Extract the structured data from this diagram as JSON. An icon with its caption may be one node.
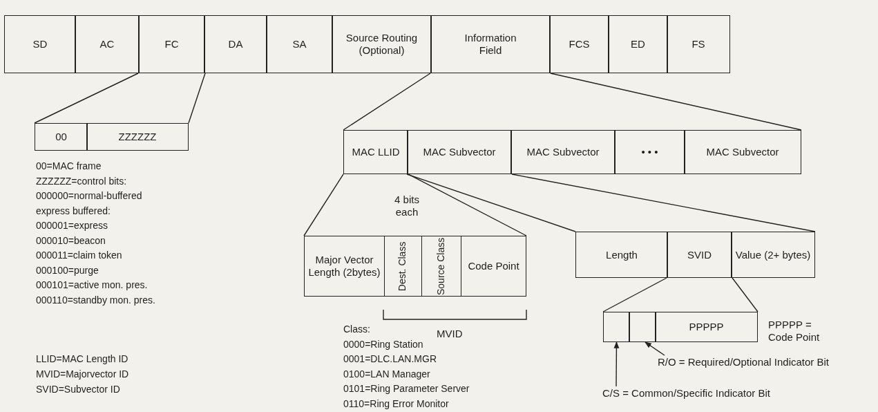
{
  "diagram": {
    "nodes": [
      {
        "text": [
          "SD"
        ]
      },
      {
        "text": [
          "AC"
        ]
      },
      {
        "text": [
          "FC"
        ]
      },
      {
        "text": [
          "DA"
        ]
      },
      {
        "text": [
          "SA"
        ]
      },
      {
        "text": [
          "Source Routing (Optional)"
        ]
      },
      {
        "text": [
          "Information Field"
        ]
      },
      {
        "text": [
          "FCS"
        ]
      },
      {
        "text": [
          "ED"
        ]
      },
      {
        "text": [
          "FS"
        ]
      },
      {
        "text": [
          "00"
        ]
      },
      {
        "text": [
          "ZZZZZZ"
        ]
      },
      {
        "text": [
          "MAC LLID"
        ]
      },
      {
        "text": [
          "MAC Subvector"
        ]
      },
      {
        "text": [
          "MAC Subvector"
        ]
      },
      {
        "text": [
          "• • •"
        ]
      },
      {
        "text": [
          "MAC Subvector"
        ]
      },
      {
        "text": [
          "Major Vector Length (2bytes)"
        ]
      },
      {
        "text": [
          "Dest. Class"
        ]
      },
      {
        "text": [
          "Source Class"
        ]
      },
      {
        "text": [
          "Code Point"
        ]
      },
      {
        "text": [
          "Length"
        ]
      },
      {
        "text": [
          "SVID"
        ]
      },
      {
        "text": [
          "Value (2+ bytes)"
        ]
      },
      {
        "text": [],
        "shape": "box"
      },
      {
        "text": [],
        "shape": "box"
      },
      {
        "text": [
          "PPPPP"
        ]
      },
      {
        "text": [
          "R/O = Required/Optional Indicator Bit"
        ]
      },
      {
        "text": [
          "C/S = Common/Specific Indicator Bit"
        ]
      }
    ],
    "edges": [
      {
        "from": 2,
        "to": 10,
        "arrow": "none"
      },
      {
        "from": 2,
        "to": 11,
        "arrow": "none"
      },
      {
        "from": 6,
        "to": 12,
        "arrow": "none"
      },
      {
        "from": 6,
        "to": 16,
        "arrow": "none"
      },
      {
        "from": 12,
        "to": 17,
        "arrow": "none"
      },
      {
        "from": 12,
        "to": 20,
        "arrow": "none"
      },
      {
        "from": 13,
        "to": 21,
        "arrow": "none"
      },
      {
        "from": 13,
        "to": 23,
        "arrow": "none"
      },
      {
        "from": 22,
        "to": 24,
        "arrow": "none"
      },
      {
        "from": 22,
        "to": 26,
        "arrow": "none"
      },
      {
        "from": 27,
        "to": 25,
        "arrow": "to"
      },
      {
        "from": 28,
        "to": 24,
        "arrow": "to"
      }
    ],
    "labels": [
      "00=MAC frame",
      "ZZZZZZ=control bits:",
      "000000=normal-buffered",
      "express buffered:",
      "000001=express",
      "000010=beacon",
      "000011=claim token",
      "000100=purge",
      "000101=active mon. pres.",
      "000110=standby mon. pres.",
      "4 bits each",
      "MVID",
      "Class:",
      "0000=Ring Station",
      "0001=DLC.LAN.MGR",
      "0100=LAN Manager",
      "0101=Ring Parameter Server",
      "0110=Ring Error Monitor",
      "PPPPP = Code Point",
      "LLID=MAC Length ID",
      "MVID=Majorvector ID",
      "SVID=Subvector ID"
    ]
  }
}
